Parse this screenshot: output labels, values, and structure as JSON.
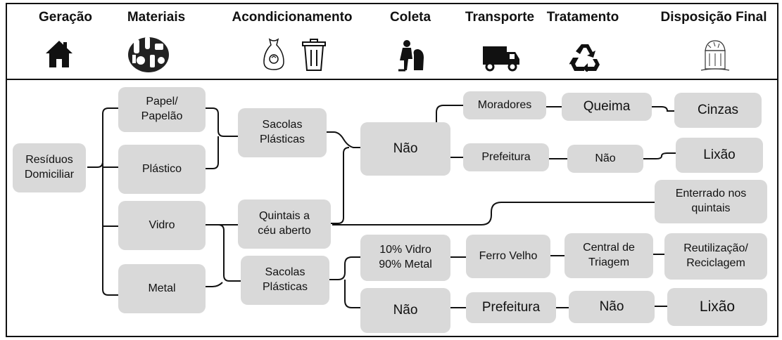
{
  "header": {
    "stages": [
      "Geração",
      "Materiais",
      "Acondicionamento",
      "Coleta",
      "Transporte",
      "Tratamento",
      "Disposição Final"
    ]
  },
  "icons": [
    "house-icon",
    "materials-pile-icon",
    "garbage-bag-icon",
    "trash-can-icon",
    "collector-icon",
    "truck-icon",
    "recycle-icon",
    "landfill-icon"
  ],
  "nodes": {
    "residuos": "Resíduos\nDomiciliar",
    "papel": "Papel/\nPapelão",
    "plastico": "Plástico",
    "vidro": "Vidro",
    "metal": "Metal",
    "sacolas1": "Sacolas\nPlásticas",
    "quintais": "Quintais a\ncéu aberto",
    "sacolas2": "Sacolas\nPlásticas",
    "nao1": "Não",
    "vidro_metal": "10% Vidro\n90% Metal",
    "nao2": "Não",
    "moradores": "Moradores",
    "prefeitura1": "Prefeitura",
    "ferro_velho": "Ferro Velho",
    "prefeitura2": "Prefeitura",
    "queima": "Queima",
    "nao3": "Não",
    "central": "Central de\nTriagem",
    "nao4": "Não",
    "cinzas": "Cinzas",
    "lixao1": "Lixão",
    "enterrado": "Enterrado nos\nquintais",
    "reutilizacao": "Reutilização/\nReciclagem",
    "lixao2": "Lixão"
  }
}
